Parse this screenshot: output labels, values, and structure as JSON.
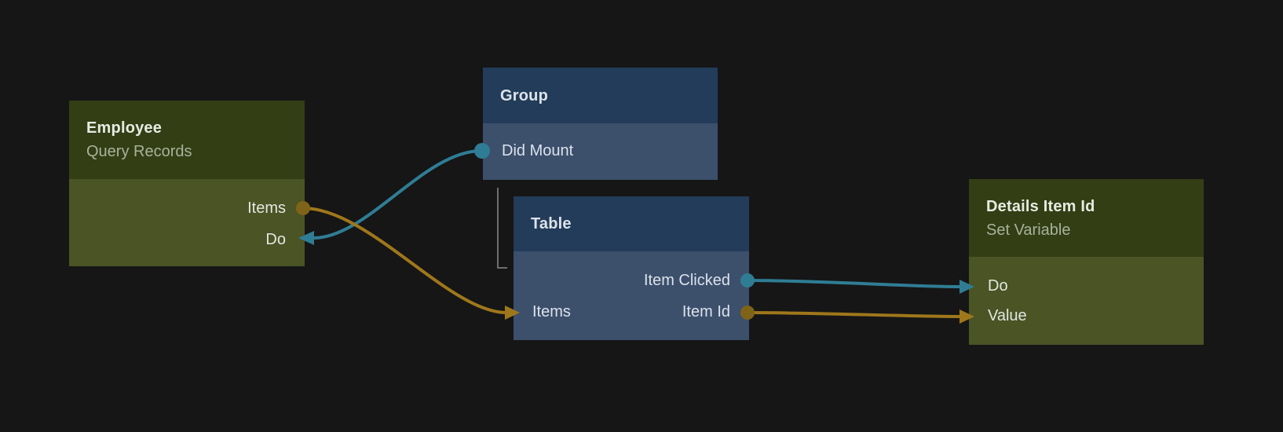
{
  "app": {
    "view": "node-flow-editor-canvas"
  },
  "colors": {
    "background": "#161616",
    "node_green_header": "#333e15",
    "node_green_body": "#4a5425",
    "node_blue_header": "#223c59",
    "node_blue_body": "#3c506c",
    "title_text": "#e7ebe1",
    "title_text_blue": "#dde2ea",
    "subtitle_text": "#a8b29b",
    "port_text": "#e2e7e0",
    "port_text_blue": "#dce2ea",
    "edge_teal": "#2f7d95",
    "edge_gold": "#9f771b",
    "dot_gold": "#7f6318",
    "hierarchy_line": "#6e6e71"
  },
  "nodes": [
    {
      "title": "Employee",
      "subtitle": "Query Records",
      "color": "green",
      "ports": [
        {
          "label": "Items",
          "side": "right",
          "kind": "output",
          "wire": "gold"
        },
        {
          "label": "Do",
          "side": "right",
          "kind": "input",
          "wire": "teal"
        }
      ]
    },
    {
      "title": "Group",
      "subtitle": "",
      "color": "blue",
      "ports": [
        {
          "label": "Did Mount",
          "side": "left",
          "kind": "output",
          "wire": "teal"
        }
      ]
    },
    {
      "title": "Table",
      "subtitle": "",
      "color": "blue",
      "ports": [
        {
          "label": "Item Clicked",
          "side": "right",
          "kind": "output",
          "wire": "teal"
        },
        {
          "label": "Items",
          "side": "left",
          "kind": "input",
          "wire": "gold"
        },
        {
          "label": "Item Id",
          "side": "right",
          "kind": "output",
          "wire": "gold"
        }
      ]
    },
    {
      "title": "Details Item Id",
      "subtitle": "Set Variable",
      "color": "green",
      "ports": [
        {
          "label": "Do",
          "side": "left",
          "kind": "input",
          "wire": "teal"
        },
        {
          "label": "Value",
          "side": "left",
          "kind": "input",
          "wire": "gold"
        }
      ]
    }
  ],
  "edges": [
    {
      "from": "Group.Did Mount",
      "to": "Employee.Do",
      "color": "teal"
    },
    {
      "from": "Employee.Items",
      "to": "Table.Items",
      "color": "gold"
    },
    {
      "from": "Table.Item Clicked",
      "to": "Details Item Id.Do",
      "color": "teal"
    },
    {
      "from": "Table.Item Id",
      "to": "Details Item Id.Value",
      "color": "gold"
    }
  ],
  "hierarchy": [
    {
      "parent": "Group",
      "child": "Table"
    }
  ]
}
